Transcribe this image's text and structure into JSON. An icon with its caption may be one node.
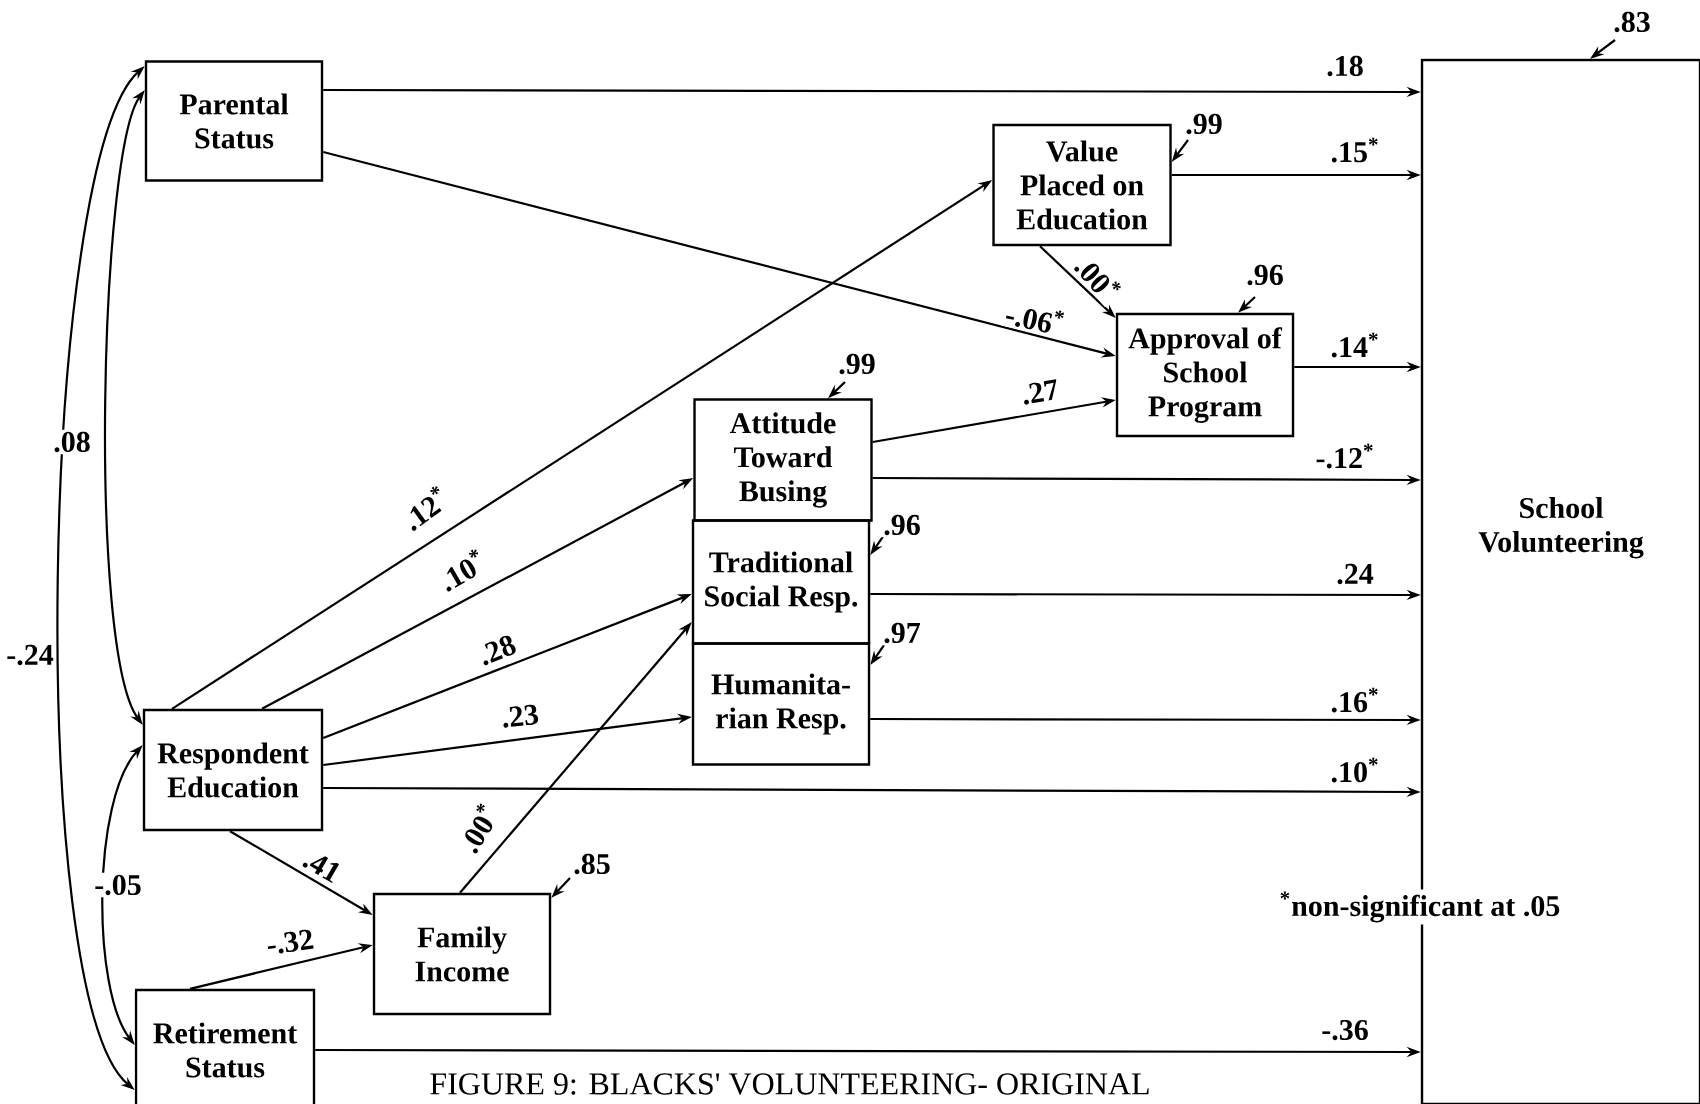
{
  "diagram": {
    "caption": "FIGURE 9: BLACKS' VOLUNTEERING- ORIGINAL",
    "nodes": [
      {
        "text": [
          "Parental Status"
        ]
      },
      {
        "text": [
          "Value Placed on Education"
        ]
      },
      {
        "text": [
          "Approval of School Program"
        ]
      },
      {
        "text": [
          "Attitude Toward Busing"
        ]
      },
      {
        "text": [
          "Traditional Social Resp."
        ]
      },
      {
        "text": [
          "Humanita- rian Resp."
        ]
      },
      {
        "text": [
          "School Volunteering"
        ]
      },
      {
        "text": [
          "Respondent Education"
        ]
      },
      {
        "text": [
          "Family Income"
        ]
      },
      {
        "text": [
          "Retirement Status"
        ]
      }
    ],
    "edges": [
      {
        "from": 0,
        "to": 6,
        "arrow": "to",
        "label": ".18"
      },
      {
        "from": 0,
        "to": 2,
        "arrow": "to",
        "label": "-.06$^{*}$"
      },
      {
        "from": 1,
        "to": 6,
        "arrow": "to",
        "label": ".15$^{*}$"
      },
      {
        "from": 1,
        "to": 2,
        "arrow": "to",
        "label": ".00$^{*}$"
      },
      {
        "from": 7,
        "to": 1,
        "arrow": "to",
        "label": ".12$^{*}$"
      },
      {
        "from": 7,
        "to": 3,
        "arrow": "to",
        "label": ".10$^{*}$"
      },
      {
        "from": 7,
        "to": 4,
        "arrow": "to",
        "label": ".28"
      },
      {
        "from": 7,
        "to": 5,
        "arrow": "to",
        "label": ".23"
      },
      {
        "from": 7,
        "to": 6,
        "arrow": "to",
        "label": ".10$^{*}$"
      },
      {
        "from": 7,
        "to": 8,
        "arrow": "to",
        "label": ".41"
      },
      {
        "from": 9,
        "to": 8,
        "arrow": "to",
        "label": "-.32"
      },
      {
        "from": 8,
        "to": 4,
        "arrow": "to",
        "label": ".00$^{*}$"
      },
      {
        "from": 3,
        "to": 2,
        "arrow": "to",
        "label": ".27"
      },
      {
        "from": 3,
        "to": 6,
        "arrow": "to",
        "label": "-.12$^{*}$"
      },
      {
        "from": 4,
        "to": 6,
        "arrow": "to",
        "label": ".24"
      },
      {
        "from": 5,
        "to": 6,
        "arrow": "to",
        "label": ".16$^{*}$"
      },
      {
        "from": 2,
        "to": 6,
        "arrow": "to",
        "label": ".14$^{*}$"
      },
      {
        "from": 9,
        "to": 6,
        "arrow": "to",
        "label": "-.36"
      },
      {
        "from": 0,
        "to": 7,
        "arrow": "both",
        "label": ".08"
      },
      {
        "from": 0,
        "to": 9,
        "arrow": "both",
        "label": "-.24"
      },
      {
        "from": 7,
        "to": 9,
        "arrow": "both",
        "label": "-.05"
      },
      {
        "from": null,
        "to": 6,
        "arrow": "to",
        "label": ".83"
      },
      {
        "from": null,
        "to": 1,
        "arrow": "to",
        "label": ".99"
      },
      {
        "from": null,
        "to": 2,
        "arrow": "to",
        "label": ".96"
      },
      {
        "from": null,
        "to": 3,
        "arrow": "to",
        "label": ".99"
      },
      {
        "from": null,
        "to": 4,
        "arrow": "to",
        "label": ".96"
      },
      {
        "from": null,
        "to": 5,
        "arrow": "to",
        "label": ".97"
      },
      {
        "from": null,
        "to": 8,
        "arrow": "to",
        "label": ".85"
      }
    ],
    "labels": [
      "$^{*}$non-significant at .05"
    ]
  }
}
